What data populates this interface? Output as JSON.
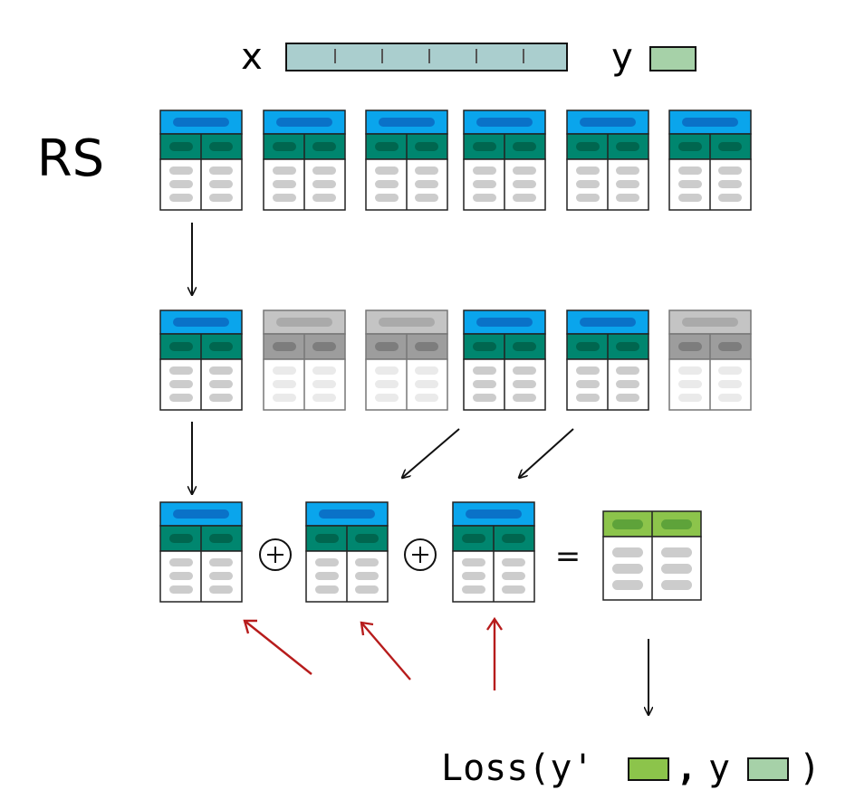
{
  "header": {
    "x_label": "x",
    "y_label": "y"
  },
  "row_label": "RS",
  "operators": {
    "plus": "+",
    "equals": "="
  },
  "loss": {
    "prefix": "Loss(y'",
    "separator": ",",
    "target": "y",
    "suffix": ")"
  },
  "feature_vector_segments": 6,
  "rows": {
    "all_tables": {
      "count": 6,
      "state": [
        "active",
        "active",
        "active",
        "active",
        "active",
        "active"
      ]
    },
    "selected_tables": {
      "count": 6,
      "state": [
        "active",
        "inactive",
        "inactive",
        "active",
        "active",
        "inactive"
      ]
    },
    "combined_tables": {
      "count": 3
    }
  },
  "colors": {
    "table_header": "#0aa5ec",
    "table_header_pill": "#0a72c8",
    "table_subheader": "#00866f",
    "table_subheader_pill": "#00664f",
    "cell_pill": "#cccccc",
    "inactive_header": "#c4c4c4",
    "inactive_header_pill": "#aaaaaa",
    "inactive_subheader": "#9d9d9d",
    "inactive_subheader_pill": "#7d7d7d",
    "inactive_cell_pill": "#eaeaea",
    "x_bar": "#aacece",
    "y_box": "#a6d1a8",
    "prediction_header": "#8cc44b",
    "prediction_pill": "#5ea33a",
    "prediction_box": "#8cc44b",
    "arrow": "#111111",
    "feedback_arrow": "#b71c1c"
  }
}
